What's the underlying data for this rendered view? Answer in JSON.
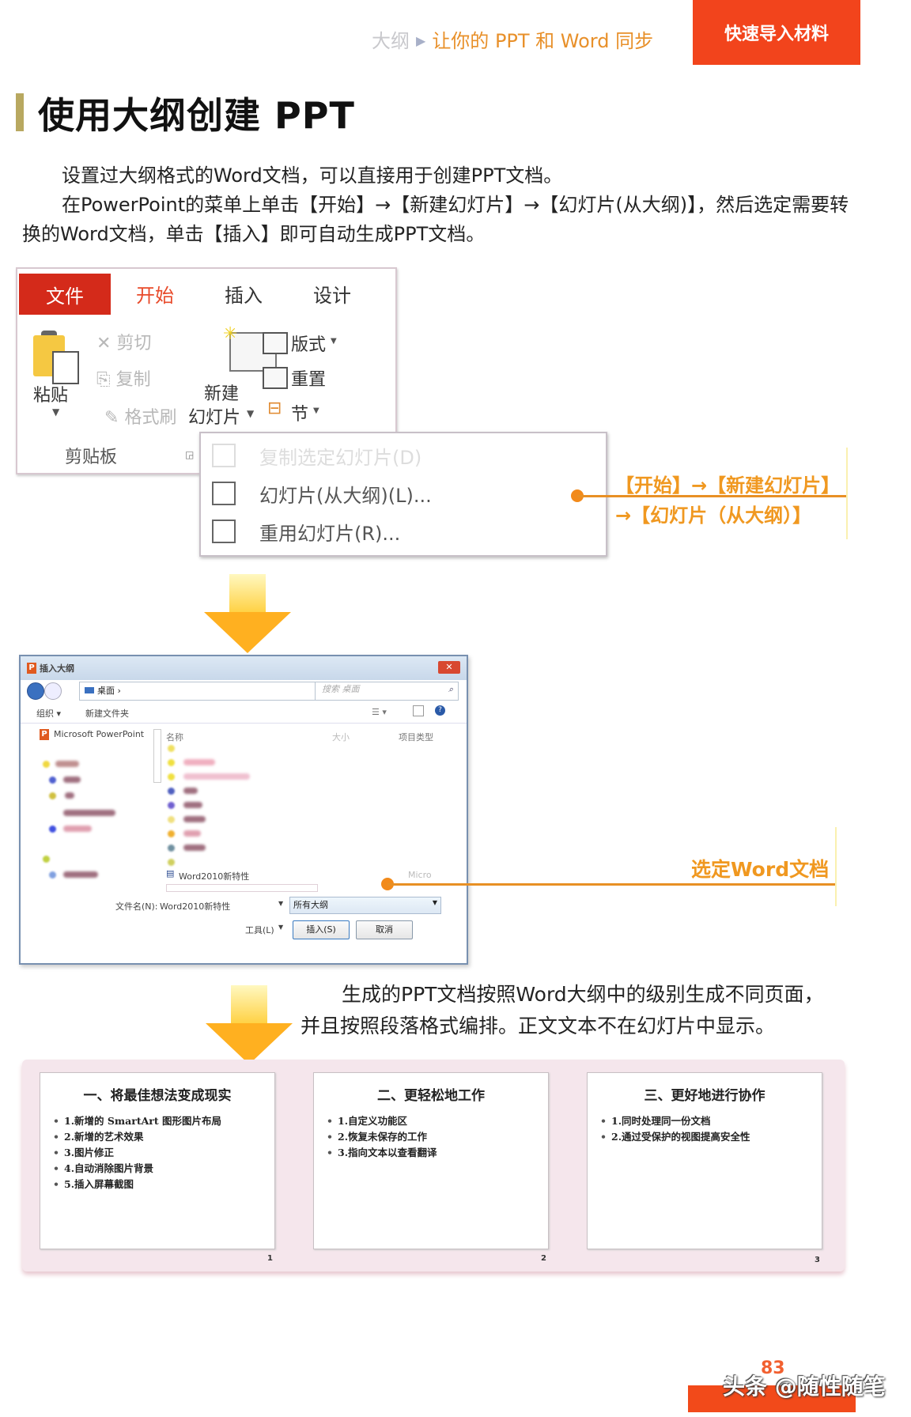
{
  "header": {
    "breadcrumb_muted": "大纲",
    "breadcrumb_current": "让你的 PPT 和 Word 同步",
    "section_tag": "快速导入材料"
  },
  "title": "使用大纲创建 PPT",
  "intro": {
    "line1": "设置过大纲格式的Word文档，可以直接用于创建PPT文档。",
    "line2": "在PowerPoint的菜单上单击【开始】→【新建幻灯片】→【幻灯片(从大纲)】，然后选定需要转换的Word文档，单击【插入】即可自动生成PPT文档。"
  },
  "ribbon": {
    "tabs": [
      "文件",
      "开始",
      "插入",
      "设计"
    ],
    "paste": "粘贴",
    "cut": "剪切",
    "copy": "复制",
    "format_painter": "格式刷",
    "clipboard_group": "剪贴板",
    "new_slide_line1": "新建",
    "new_slide_line2": "幻灯片",
    "layout": "版式",
    "reset": "重置",
    "section": "节"
  },
  "dropdown": {
    "items": [
      "复制选定幻灯片(D)",
      "幻灯片(从大纲)(L)...",
      "重用幻灯片(R)..."
    ]
  },
  "callout1": {
    "line1": "【开始】→【新建幻灯片】",
    "line2": "→【幻灯片（从大纲）】"
  },
  "dialog": {
    "title": "插入大纲",
    "address": "桌面 ›",
    "search_placeholder": "搜索 桌面",
    "organize": "组织 ▾",
    "new_folder": "新建文件夹",
    "sidebar_app": "Microsoft PowerPoint",
    "col_name": "名称",
    "col_size": "大小",
    "col_type": "项目类型",
    "selected_file": "Word2010新特性",
    "selected_file_type": "Micro",
    "filename_label": "文件名(N):",
    "filename_value": "Word2010新特性",
    "filter_value": "所有大纲",
    "tools": "工具(L)",
    "insert_button": "插入(S)",
    "cancel_button": "取消"
  },
  "callout2": "选定Word文档",
  "description": {
    "line1": "生成的PPT文档按照Word大纲中的级别生成不同页面，",
    "line2": "并且按照段落格式编排。正文文本不在幻灯片中显示。"
  },
  "slides": [
    {
      "number": "1",
      "title": "一、将最佳想法变成现实",
      "bullets": [
        "1.新增的 SmartArt 图形图片布局",
        "2.新增的艺术效果",
        "3.图片修正",
        "4.自动消除图片背景",
        "5.插入屏幕截图"
      ]
    },
    {
      "number": "2",
      "title": "二、更轻松地工作",
      "bullets": [
        "1.自定义功能区",
        "2.恢复未保存的工作",
        "3.指向文本以查看翻译"
      ]
    },
    {
      "number": "3",
      "title": "三、更好地进行协作",
      "bullets": [
        "1.同时处理同一份文档",
        "2.通过受保护的视图提高安全性"
      ]
    }
  ],
  "footer": {
    "page_number": "83",
    "watermark": "头条 @随性随笔"
  },
  "colors": {
    "accent_red": "#f2441c",
    "accent_orange": "#f09820",
    "title_bar": "#b8a860"
  }
}
